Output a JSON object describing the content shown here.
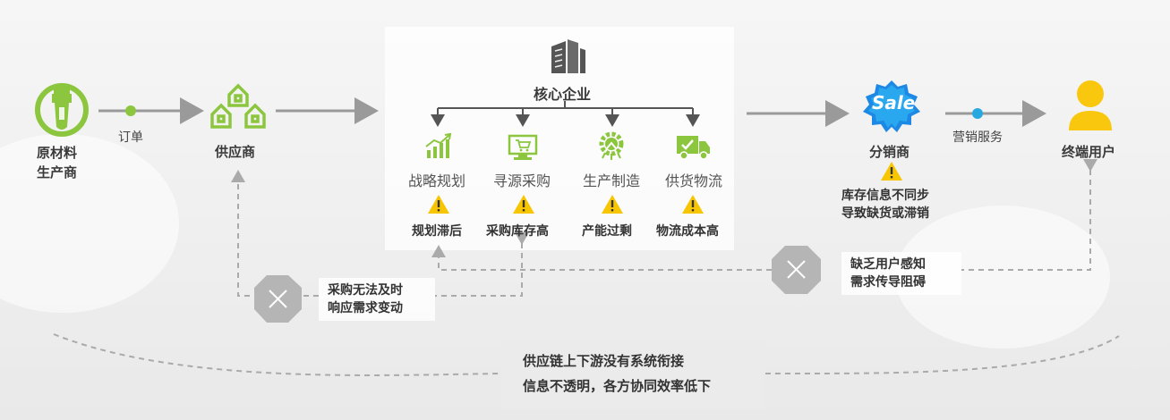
{
  "nodes": {
    "raw_material": {
      "line1": "原材料",
      "line2": "生产商"
    },
    "supplier": {
      "label": "供应商"
    },
    "core": {
      "label": "核心企业"
    },
    "distributor": {
      "label": "分销商",
      "logo_text": "Sale"
    },
    "end_user": {
      "label": "终端用户"
    }
  },
  "edges": {
    "order": {
      "label": "订单"
    },
    "marketing": {
      "label": "营销服务"
    }
  },
  "functions": [
    {
      "label": "战略规划",
      "problem": "规划滞后",
      "icon": "growth-chart-icon"
    },
    {
      "label": "寻源采购",
      "problem": "采购库存高",
      "icon": "shopping-cart-icon"
    },
    {
      "label": "生产制造",
      "problem": "产能过剩",
      "icon": "manufacturing-gear-icon"
    },
    {
      "label": "供货物流",
      "problem": "物流成本高",
      "icon": "delivery-truck-icon"
    }
  ],
  "distributor_problem": {
    "line1": "库存信息不同步",
    "line2": "导致缺货或滞销"
  },
  "notes": {
    "procurement": {
      "line1": "采购无法及时",
      "line2": "响应需求变动"
    },
    "user_perception": {
      "line1": "缺乏用户感知",
      "line2": "需求传导阻碍"
    }
  },
  "summary": {
    "line1": "供应链上下游没有系统衔接",
    "line2": "信息不透明，各方协同效率低下"
  },
  "colors": {
    "green": "#8cc63f",
    "gray_arrow": "#9a9a9a",
    "warning": "#f7c600",
    "blue": "#1e88e5",
    "yellow": "#f9c80e",
    "block_gray": "#b5b5b5"
  }
}
